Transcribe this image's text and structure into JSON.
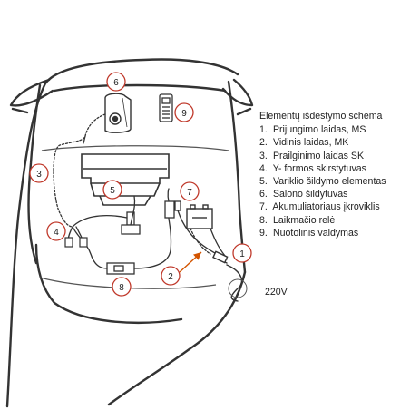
{
  "legend": {
    "title": "Elementų išdėstymo schema",
    "items": [
      {
        "num": "1.",
        "label": "Prijungimo laidas, MS"
      },
      {
        "num": "2.",
        "label": "Vidinis laidas, MK"
      },
      {
        "num": "3.",
        "label": "Prailginimo laidas SK"
      },
      {
        "num": "4.",
        "label": "Y- formos skirstytuvas"
      },
      {
        "num": "5.",
        "label": "Variklio šildymo elementas"
      },
      {
        "num": "6.",
        "label": "Salono šildytuvas"
      },
      {
        "num": "7.",
        "label": "Akumuliatoriaus įkroviklis"
      },
      {
        "num": "8.",
        "label": "Laikmačio relė"
      },
      {
        "num": "9.",
        "label": "Nuotolinis valdymas"
      }
    ]
  },
  "callouts": {
    "c1": "1",
    "c2": "2",
    "c3": "3",
    "c4": "4",
    "c5": "5",
    "c6": "6",
    "c7": "7",
    "c8": "8",
    "c9": "9"
  },
  "voltage_label": "220V",
  "colors": {
    "line": "#333333",
    "callout_ring": "#c0392b",
    "arrow": "#d35400"
  }
}
